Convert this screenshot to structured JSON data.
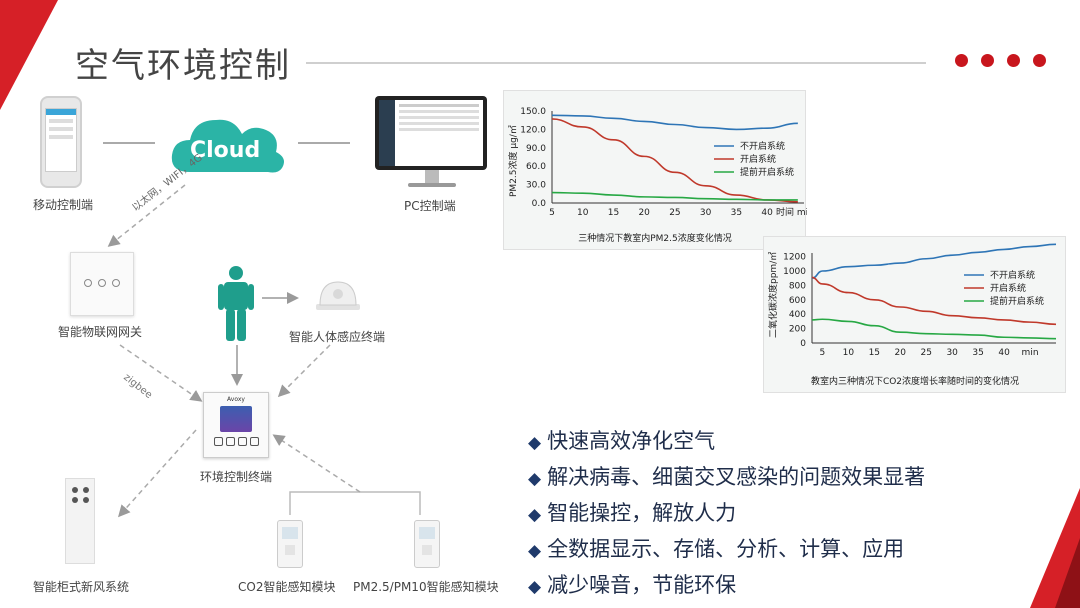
{
  "page": {
    "title": "空气环境控制"
  },
  "nodes": {
    "mobile": "移动控制端",
    "cloud": "Cloud",
    "pc": "PC控制端",
    "network": "以太网，WIFI，4G",
    "gateway": "智能物联网网关",
    "sensor_human": "智能人体感应终端",
    "zigbee": "zigbee",
    "terminal": "环境控制终端",
    "terminal_brand": "Avoxy",
    "cabinet": "智能柜式新风系统",
    "co2_module": "CO2智能感知模块",
    "pm_module": "PM2.5/PM10智能感知模块"
  },
  "bullets": [
    "快速高效净化空气",
    "解决病毒、细菌交叉感染的问题效果显著",
    "智能操控，解放人力",
    "全数据显示、存储、分析、计算、应用",
    "减少噪音，节能环保"
  ],
  "colors": {
    "accent_red": "#c8161d",
    "bullet_text": "#1f2d4a",
    "cloud": "#2bb4a6"
  },
  "chart_data": [
    {
      "type": "line",
      "title": "三种情况下教室内PM2.5浓度变化情况",
      "ylabel": "PM2.5浓度 μg/㎡",
      "xlabel": "时间 min",
      "x": [
        5,
        10,
        15,
        20,
        25,
        30,
        35,
        40,
        45
      ],
      "x_ticks": [
        "5",
        "10",
        "15",
        "20",
        "25",
        "30",
        "35",
        "40"
      ],
      "y_ticks": [
        "0.0",
        "30.0",
        "60.0",
        "90.0",
        "120.0",
        "150.0"
      ],
      "ylim": [
        0,
        150
      ],
      "legend_position": "right",
      "series": [
        {
          "name": "不开启系统",
          "color": "#2e75b6",
          "values": [
            143,
            142,
            138,
            133,
            128,
            123,
            120,
            122,
            130
          ]
        },
        {
          "name": "开启系统",
          "color": "#c0392b",
          "values": [
            137,
            124,
            103,
            76,
            50,
            28,
            13,
            5,
            2
          ]
        },
        {
          "name": "提前开启系统",
          "color": "#27a844",
          "values": [
            17,
            16,
            13,
            10,
            9,
            7,
            6,
            5,
            5
          ]
        }
      ]
    },
    {
      "type": "line",
      "title": "教室内三种情况下CO2浓度增长率随时间的变化情况",
      "ylabel": "二氧化碳浓度ppm/㎡",
      "x": [
        3,
        5,
        10,
        15,
        20,
        25,
        30,
        35,
        40,
        45,
        50
      ],
      "x_ticks": [
        "5",
        "10",
        "15",
        "20",
        "25",
        "30",
        "35",
        "40",
        "min"
      ],
      "y_ticks": [
        "0",
        "200",
        "400",
        "600",
        "800",
        "1000",
        "1200"
      ],
      "ylim": [
        0,
        1250
      ],
      "legend_position": "right",
      "series": [
        {
          "name": "不开启系统",
          "color": "#2e75b6",
          "values": [
            900,
            1000,
            1060,
            1080,
            1110,
            1170,
            1220,
            1260,
            1300,
            1340,
            1370
          ]
        },
        {
          "name": "开启系统",
          "color": "#c0392b",
          "values": [
            910,
            820,
            700,
            600,
            500,
            440,
            380,
            350,
            320,
            290,
            260
          ]
        },
        {
          "name": "提前开启系统",
          "color": "#27a844",
          "values": [
            320,
            330,
            300,
            240,
            150,
            130,
            120,
            110,
            80,
            70,
            60
          ]
        }
      ]
    }
  ]
}
